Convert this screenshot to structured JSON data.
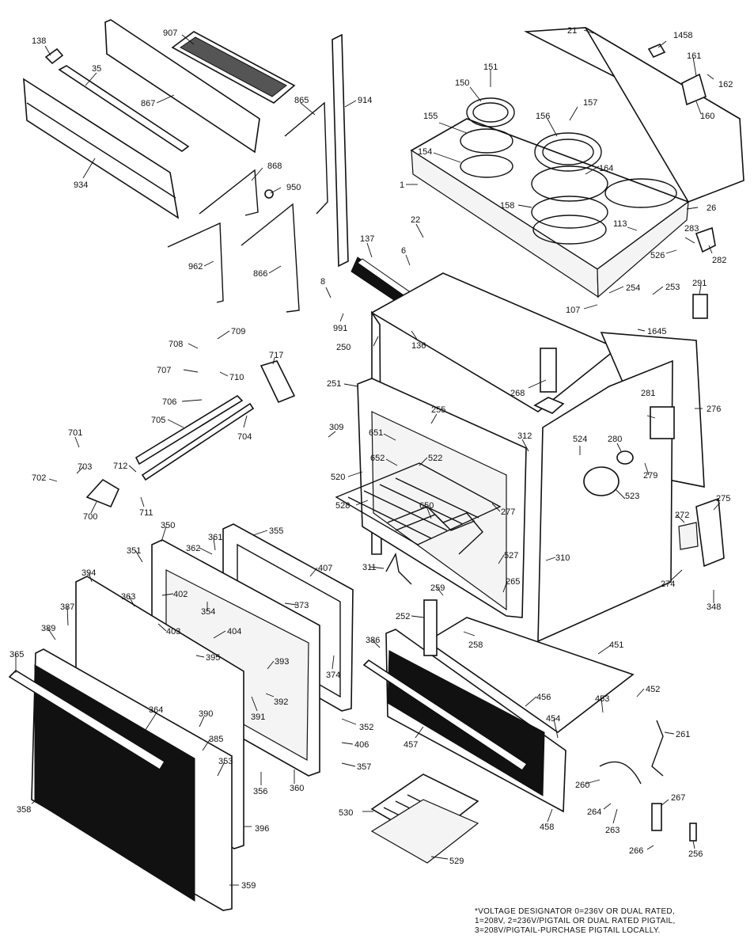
{
  "labels": {
    "l138": "138",
    "l35": "35",
    "l934": "934",
    "l867": "867",
    "l907": "907",
    "l865": "865",
    "l914": "914",
    "l868": "868",
    "l950": "950",
    "l962": "962",
    "l866": "866",
    "l21": "21",
    "l1458": "1458",
    "l161": "161",
    "l162": "162",
    "l160": "160",
    "l151": "151",
    "l150": "150",
    "l157": "157",
    "l155": "155",
    "l156": "156",
    "l154": "154",
    "l164": "164",
    "l1": "1",
    "l158": "158",
    "l26": "26",
    "l113": "113",
    "l22": "22",
    "l283": "283",
    "l526": "526",
    "l282": "282",
    "l137": "137",
    "l6": "6",
    "l254": "254",
    "l253": "253",
    "l291": "291",
    "l107": "107",
    "l8": "8",
    "l991": "991",
    "l1645": "1645",
    "l136": "136",
    "l250": "250",
    "l709": "709",
    "l708": "708",
    "l717": "717",
    "l707": "707",
    "l710": "710",
    "l268": "268",
    "l251": "251",
    "l706": "706",
    "l281": "281",
    "l276": "276",
    "l705": "705",
    "l704": "704",
    "l255": "255",
    "l701": "701",
    "l309": "309",
    "l651": "651",
    "l312": "312",
    "l524": "524",
    "l280": "280",
    "l703": "703",
    "l522": "522",
    "l652": "652",
    "l279": "279",
    "l702": "702",
    "l712": "712",
    "l520": "520",
    "l523": "523",
    "l275": "275",
    "l528": "528",
    "l700": "700",
    "l711": "711",
    "l277": "277",
    "l650": "650",
    "l272": "272",
    "l350": "350",
    "l355": "355",
    "l351": "351",
    "l362": "362",
    "l361": "361",
    "l311": "311",
    "l527": "527",
    "l310": "310",
    "l407": "407",
    "l394": "394",
    "l402": "402",
    "l274": "274",
    "l265": "265",
    "l363": "363",
    "l354": "354",
    "l259": "259",
    "l373": "373",
    "l348": "348",
    "l387": "387",
    "l252": "252",
    "l403": "403",
    "l404": "404",
    "l389": "389",
    "l258": "258",
    "l386": "386",
    "l451": "451",
    "l395": "395",
    "l393": "393",
    "l365": "365",
    "l374": "374",
    "l392": "392",
    "l452": "452",
    "l456": "456",
    "l453": "453",
    "l364": "364",
    "l391": "391",
    "l390": "390",
    "l454": "454",
    "l352": "352",
    "l261": "261",
    "l385": "385",
    "l457": "457",
    "l406": "406",
    "l353": "353",
    "l357": "357",
    "l260": "260",
    "l356": "356",
    "l360": "360",
    "l267": "267",
    "l264": "264",
    "l530": "530",
    "l358": "358",
    "l263": "263",
    "l458": "458",
    "l396": "396",
    "l266": "266",
    "l256": "256",
    "l529": "529",
    "l359": "359"
  },
  "footnote": "*VOLTAGE DESIGNATOR 0=236V OR DUAL RATED,\n1=208V, 2=236V/PIGTAIL OR DUAL RATED PIGTAIL,\n3=208V/PIGTAIL-PURCHASE PIGTAIL LOCALLY."
}
